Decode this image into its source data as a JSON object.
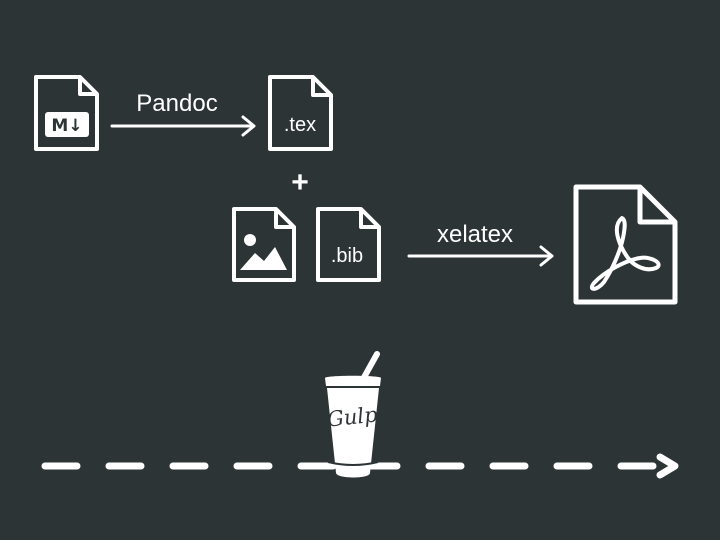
{
  "colors": {
    "background": "#2d3436",
    "foreground": "#ffffff"
  },
  "icons": {
    "markdown": "markdown-file-icon",
    "tex": "tex-file-icon",
    "image": "image-file-icon",
    "bib": "bib-file-icon",
    "pdf": "pdf-file-icon",
    "gulp": "gulp-cup-icon"
  },
  "markdown_badge": "M↓",
  "tex_file_label": ".tex",
  "bib_file_label": ".bib",
  "pandoc_label": "Pandoc",
  "plus_sign": "+",
  "xelatex_label": "xelatex",
  "gulp_label": "Gulp"
}
